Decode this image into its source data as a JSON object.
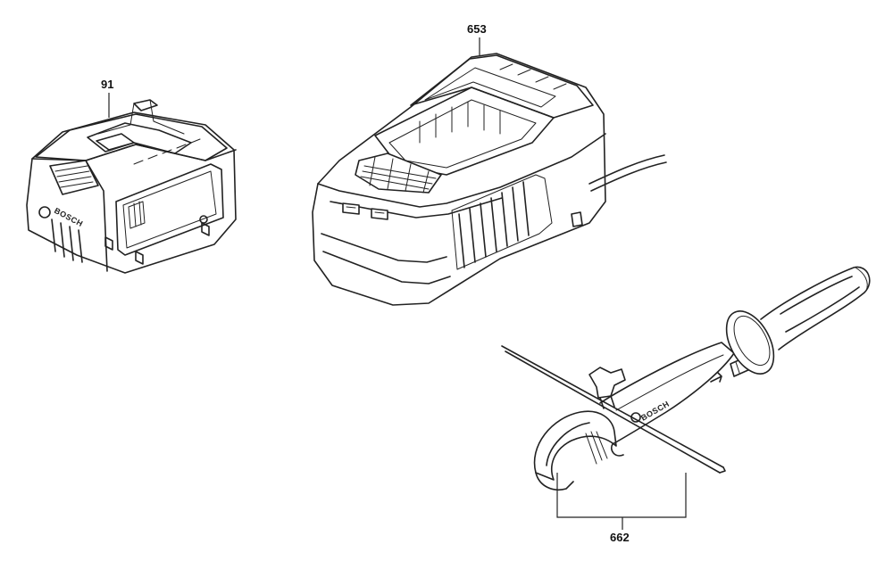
{
  "callouts": {
    "battery": "91",
    "charger": "653",
    "auxiliary_handle": "662"
  },
  "brand": {
    "battery_logo": "BOSCH",
    "handle_logo": "BOSCH"
  },
  "colors": {
    "line": "#222222",
    "background": "#ffffff"
  }
}
